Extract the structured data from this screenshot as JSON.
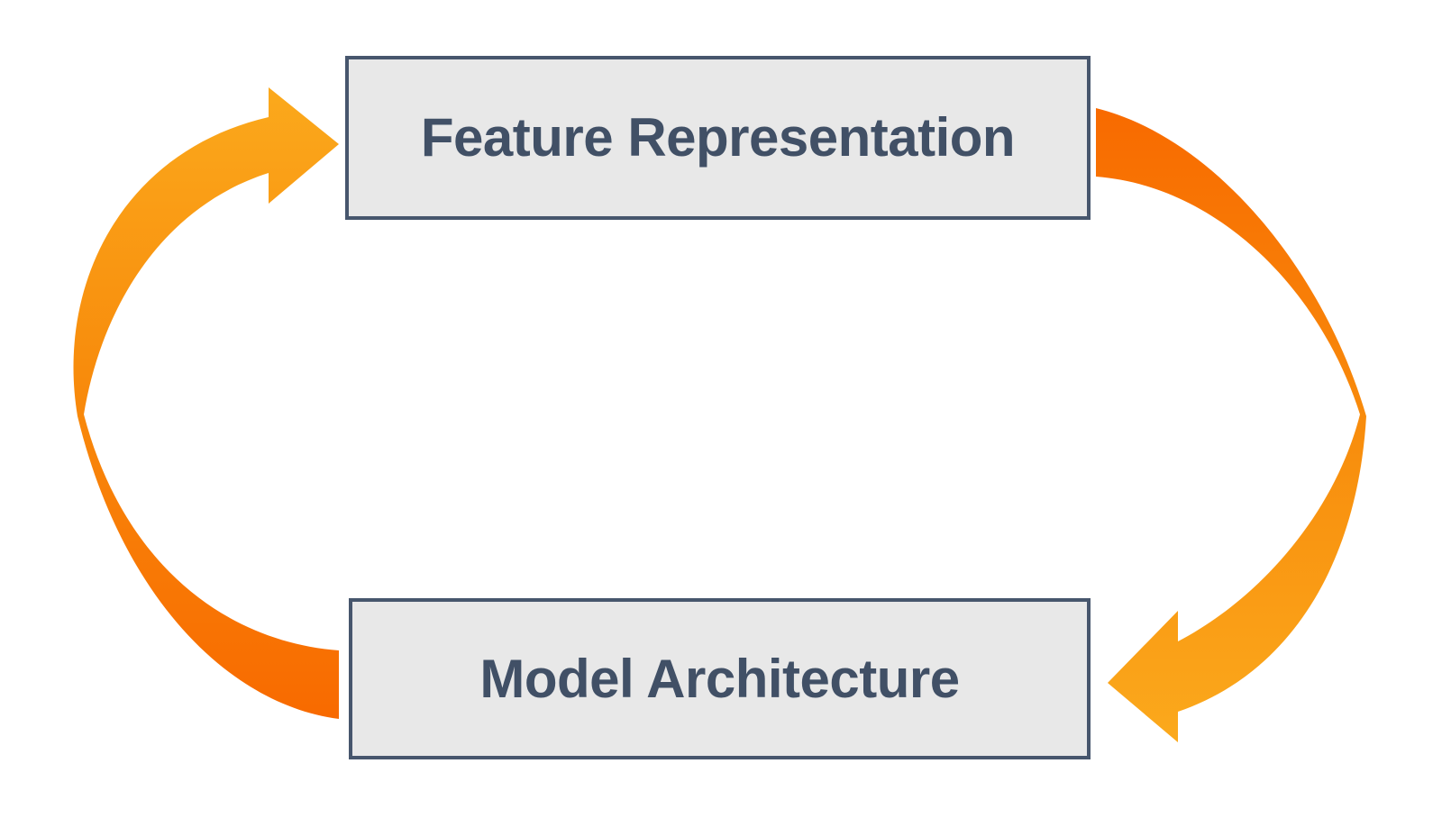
{
  "diagram": {
    "type": "cycle",
    "nodes": [
      {
        "id": "feature-representation",
        "label": "Feature Representation",
        "position": "top"
      },
      {
        "id": "model-architecture",
        "label": "Model Architecture",
        "position": "bottom"
      }
    ],
    "edges": [
      {
        "from": "model-architecture",
        "to": "feature-representation",
        "side": "left",
        "direction": "up",
        "style": "curved-swoosh"
      },
      {
        "from": "feature-representation",
        "to": "model-architecture",
        "side": "right",
        "direction": "down",
        "style": "curved-swoosh"
      }
    ],
    "colors": {
      "arrow_amber": "#fba91c",
      "arrow_mid_orange": "#f88c0c",
      "arrow_deep_orange": "#f86a00",
      "box_fill": "#e8e8e8",
      "box_border": "#47566d",
      "label_text": "#415066",
      "background": "#ffffff"
    }
  }
}
